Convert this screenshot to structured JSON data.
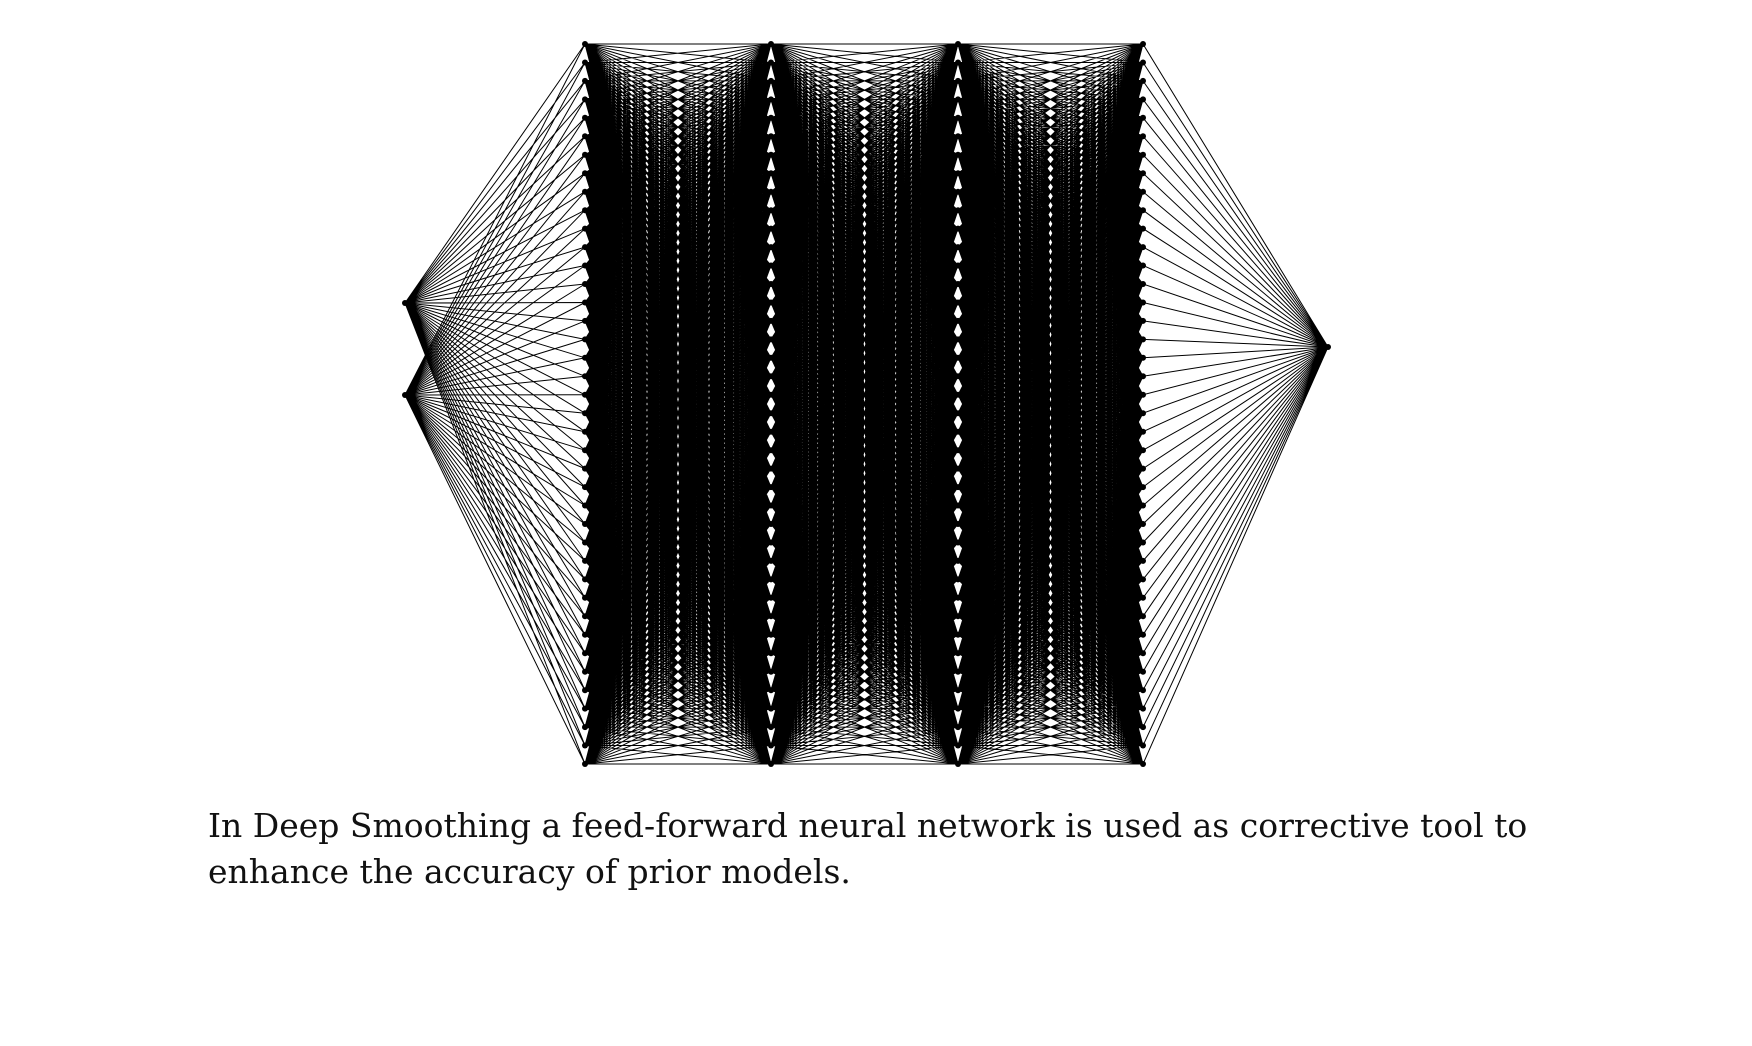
{
  "figure": {
    "type": "feed-forward-neural-network",
    "layers": [
      {
        "role": "input",
        "units": 2
      },
      {
        "role": "hidden",
        "units": 40
      },
      {
        "role": "hidden",
        "units": 40
      },
      {
        "role": "hidden",
        "units": 40
      },
      {
        "role": "hidden",
        "units": 40
      },
      {
        "role": "output",
        "units": 1
      }
    ],
    "edge_color": "#000000",
    "node_color": "#000000",
    "background_color": "#ffffff"
  },
  "caption": {
    "text": "In Deep Smoothing a feed-forward neural network is used as corrective tool to enhance the accuracy of prior models."
  }
}
